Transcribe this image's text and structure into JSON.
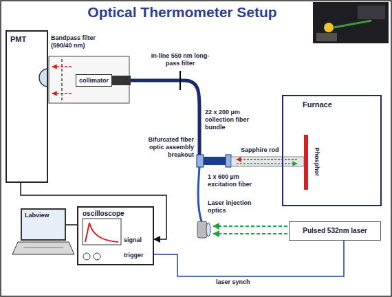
{
  "diagram": {
    "title": "Optical Thermometer Setup",
    "nodes": [
      {
        "text": [
          "PMT"
        ]
      },
      {
        "text": [
          "collimator"
        ]
      },
      {
        "text": [
          "Furnace"
        ]
      },
      {
        "text": [
          "Labview"
        ]
      },
      {
        "text": [
          "oscilloscope",
          "signal",
          "trigger"
        ]
      },
      {
        "text": [
          "Pulsed 532nm laser"
        ]
      }
    ],
    "edges": [
      {
        "from": 0,
        "to": 4,
        "arrow": "to"
      },
      {
        "from": 5,
        "to": 4,
        "label": "laser synch",
        "arrow": "none"
      },
      {
        "from": 3,
        "to": 4,
        "arrow": "none"
      }
    ],
    "labels": [
      "Bandpass filter (590/40 nm)",
      "In-line 550 nm long-pass filter",
      "22 x 200 µm collection fiber bundle",
      "Bifurcated fiber optic assembly breakout",
      "Sapphire rod",
      "Phosphor",
      "1 x 600 µm excitation fiber",
      "Laser injection optics"
    ]
  }
}
